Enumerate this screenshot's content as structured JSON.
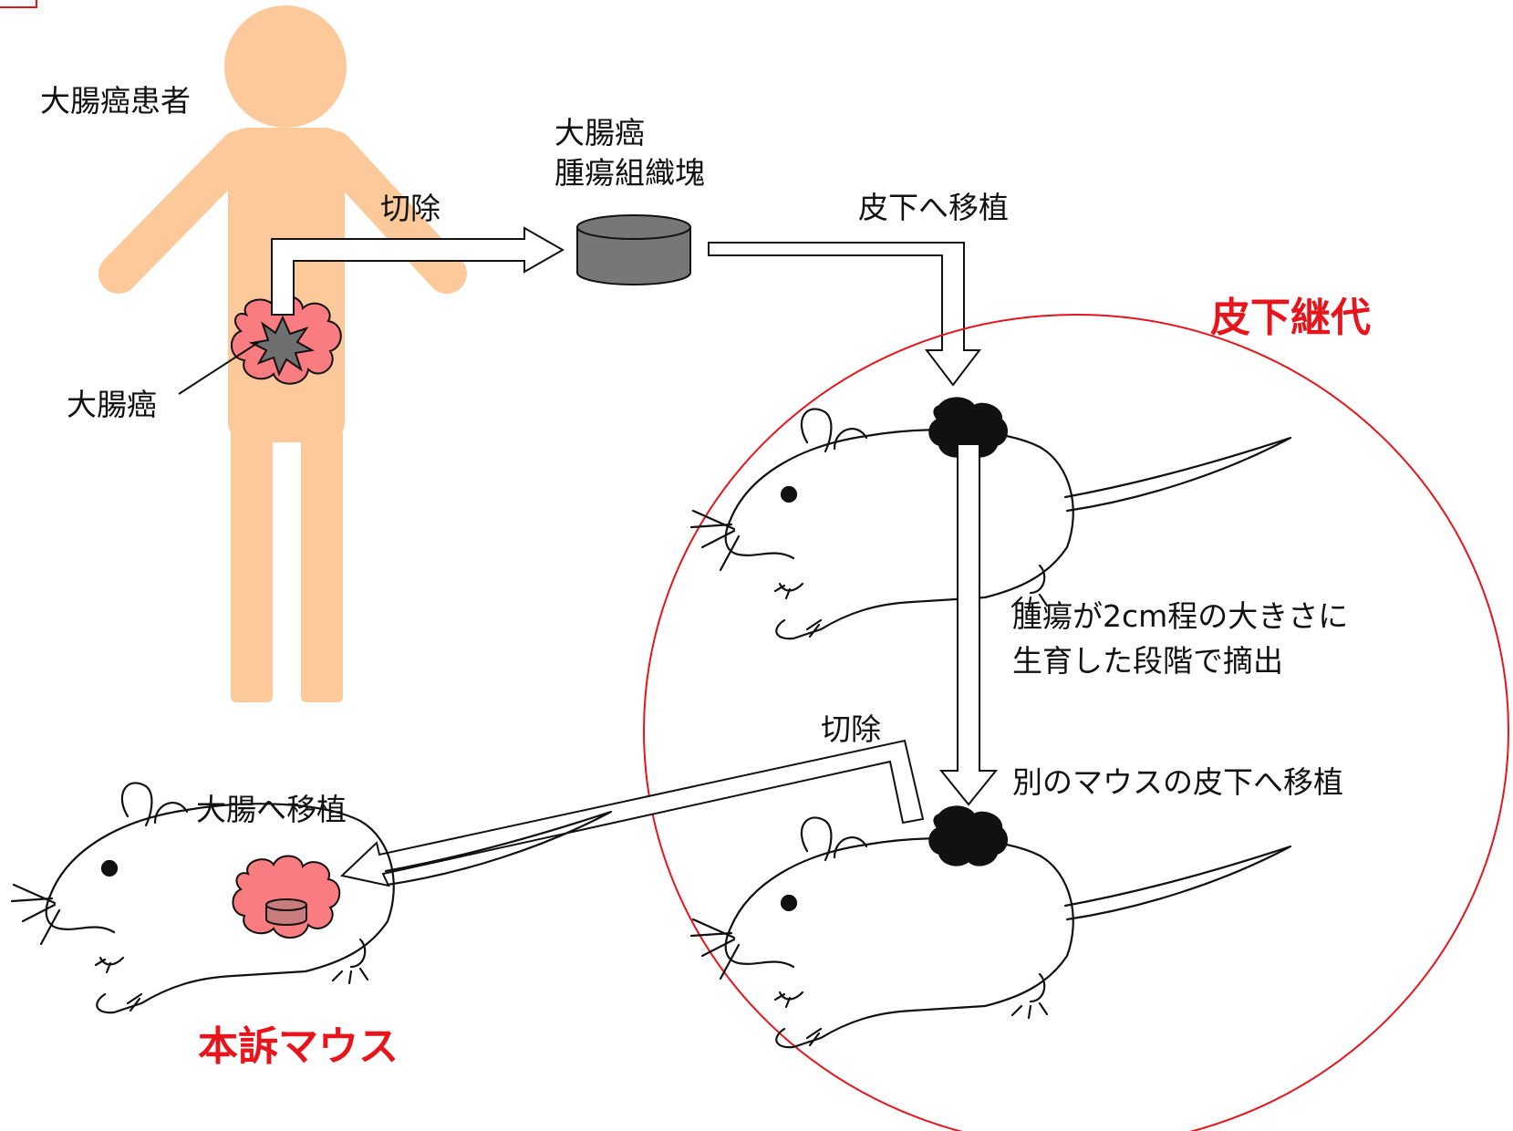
{
  "labels": {
    "patient": "大腸癌患者",
    "tumor_in_patient": "大腸癌",
    "excise_1": "切除",
    "tissue_block_line1": "大腸癌",
    "tissue_block_line2": "腫瘍組織塊",
    "transplant_subcutaneous": "皮下へ移植",
    "subcutaneous_passage": "皮下継代",
    "growth_line1": "腫瘍が2cm程の大きさに",
    "growth_line2": "生育した段階で摘出",
    "excise_2": "切除",
    "transplant_other_mouse": "別のマウスの皮下へ移植",
    "transplant_colon": "大腸へ移植",
    "claimed_mouse": "本訴マウス"
  },
  "colors": {
    "body_skin": "#fcc99a",
    "tumor_pink": "#f97d80",
    "tumor_core": "#6f6f6f",
    "tissue_block": "#777777",
    "accent_red": "#e8141b",
    "outline": "#111111"
  }
}
